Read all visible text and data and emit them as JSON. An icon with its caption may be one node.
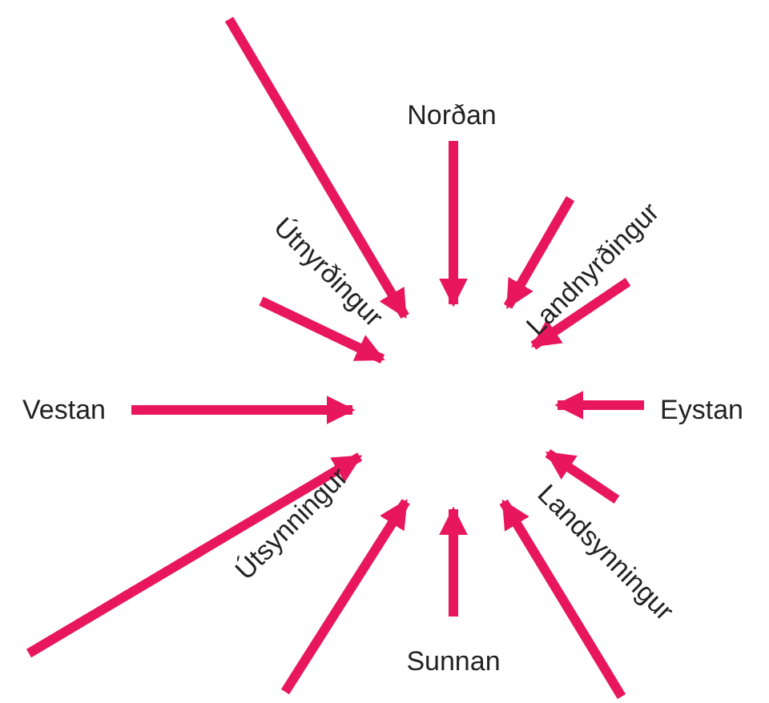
{
  "diagram": {
    "labels": [
      "Norðan",
      "Útnyrðingur",
      "Landnyrðingur",
      "Vestan",
      "Eystan",
      "Útsynningur",
      "Landsynningur",
      "Sunnan"
    ]
  }
}
